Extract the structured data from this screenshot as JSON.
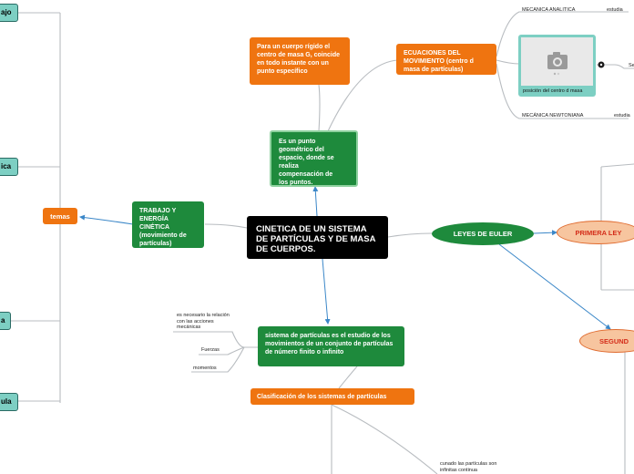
{
  "central": {
    "label": "CINETICA DE UN SISTEMA DE PARTÍCULAS Y DE MASA DE CUERPOS."
  },
  "left_edge": {
    "node_top": "ajo",
    "node_mid": "ica",
    "node_lower": "a",
    "node_bottom": "ula"
  },
  "temas": {
    "label": "temas"
  },
  "trabajo": {
    "label": "TRABAJO Y ENERGÍA CINÉTICA (movimiento de partículas)"
  },
  "rigido": {
    "label": "Para un cuerpo rígido el centro de masa G, coincide en todo instante con un punto específico"
  },
  "punto": {
    "label": "Es un punto geométrico del espacio, donde se realiza compensación de los puntos."
  },
  "ecuaciones": {
    "label": "ECUACIONES DEL MOVIMIENTO (centro d masa de partículas)",
    "branch_top": "MECANICA ANALITICA",
    "branch_top_rel": "estudia",
    "branch_bottom": "MECÁNICA NEWTONIANA",
    "branch_bottom_rel": "estudia",
    "image_caption": "posición del centro d masa",
    "side_text": "Se"
  },
  "euler": {
    "label": "LEYES DE EULER"
  },
  "primera_ley": {
    "label": "PRIMERA LEY"
  },
  "segunda_ley": {
    "label": "SEGUND"
  },
  "sistema": {
    "label": "sistema de partículas  es el estudio de los movimientos de un conjunto de partículas de número finito o infinito",
    "note_1": "es necesario la relación con las acciones mecánicas",
    "note_2": "Fuerzas",
    "note_3": "momentos"
  },
  "clasificacion": {
    "label": "Clasificación de los sistemas de partículas",
    "note": "cunado las partículas son infinitas continua"
  },
  "colors": {
    "central": "#000000",
    "green": "#1e8a3c",
    "orange": "#ef7410",
    "teal": "#7dcfc3",
    "peach": "#f7c59f",
    "connector": "#b8bcc0",
    "arrow": "#3b87c8"
  }
}
